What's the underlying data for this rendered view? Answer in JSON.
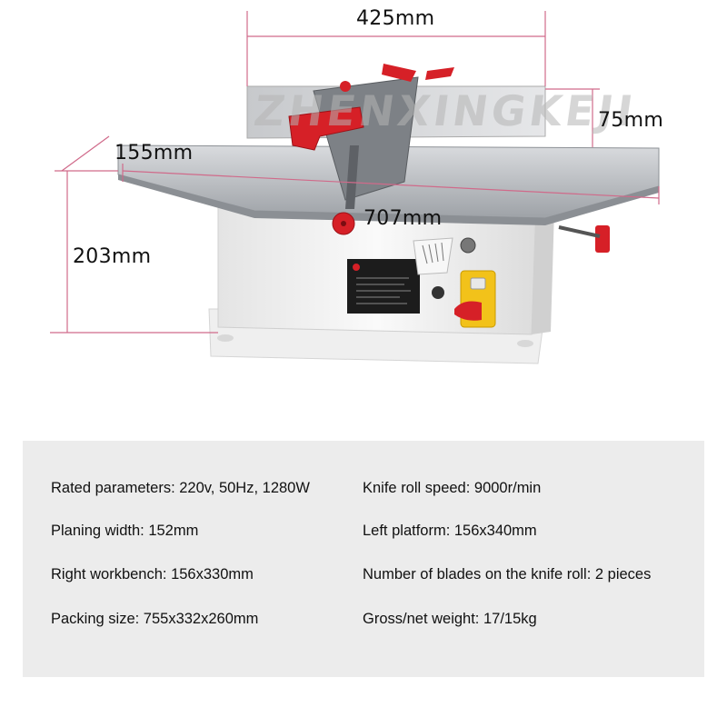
{
  "dimensions": {
    "width_top": "425mm",
    "height_fence": "75mm",
    "depth": "155mm",
    "length": "707mm",
    "height_total": "203mm"
  },
  "watermark": "ZHENXINGKEJI",
  "specs": [
    {
      "left": "Rated parameters: 220v, 50Hz, 1280W",
      "right": "Knife roll speed: 9000r/min"
    },
    {
      "left": "Planing width: 152mm",
      "right": "Left platform: 156x340mm"
    },
    {
      "left": "Right workbench: 156x330mm",
      "right": "Number of blades on the knife roll: 2 pieces"
    },
    {
      "left": "Packing size: 755x332x260mm",
      "right": "Gross/net weight: 17/15kg"
    }
  ],
  "colors": {
    "accent_red": "#d62027",
    "switch_yellow": "#f2c21a",
    "body_white": "#f3f3f3",
    "table_gray": "#b9bcc0",
    "panel_bg": "#ececec"
  }
}
